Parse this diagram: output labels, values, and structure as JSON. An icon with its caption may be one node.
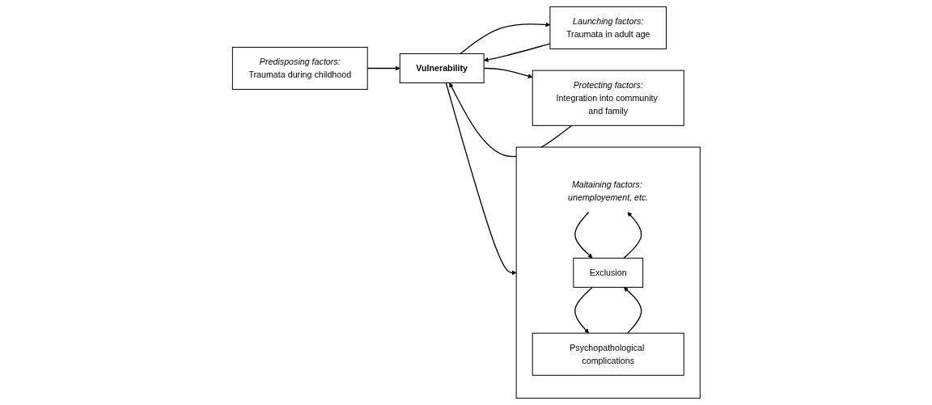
{
  "diagram": {
    "nodes": [
      {
        "text": [
          "Predisposing factors:",
          "Traumata during childhood"
        ]
      },
      {
        "text": [
          "Launching factors:",
          "Traumata in adult age"
        ]
      },
      {
        "text": [
          "Vulnerability"
        ]
      },
      {
        "text": [
          "Protecting factors:",
          "Integration into community and family"
        ]
      },
      {
        "text": [],
        "shape": "box"
      },
      {
        "text": [
          "Maitaining factors: unemployement, etc."
        ],
        "in": 4
      },
      {
        "text": [
          "Exclusion"
        ],
        "in": 4
      },
      {
        "text": [
          "Psychopathological complications"
        ],
        "in": 4
      }
    ],
    "edges": [
      {
        "from": 0,
        "to": 2,
        "arrow": "to"
      },
      {
        "from": 1,
        "to": 2,
        "arrow": "to"
      },
      {
        "from": 2,
        "to": 1,
        "arrow": "to"
      },
      {
        "from": 2,
        "to": 3,
        "arrow": "to"
      },
      {
        "from": 3,
        "to": 2,
        "arrow": "to"
      },
      {
        "from": 2,
        "to": 4,
        "arrow": "to"
      },
      {
        "from": 5,
        "to": 6,
        "arrow": "to"
      },
      {
        "from": 6,
        "to": 5,
        "arrow": "to"
      },
      {
        "from": 6,
        "to": 7,
        "arrow": "to"
      },
      {
        "from": 7,
        "to": 6,
        "arrow": "to"
      }
    ]
  }
}
